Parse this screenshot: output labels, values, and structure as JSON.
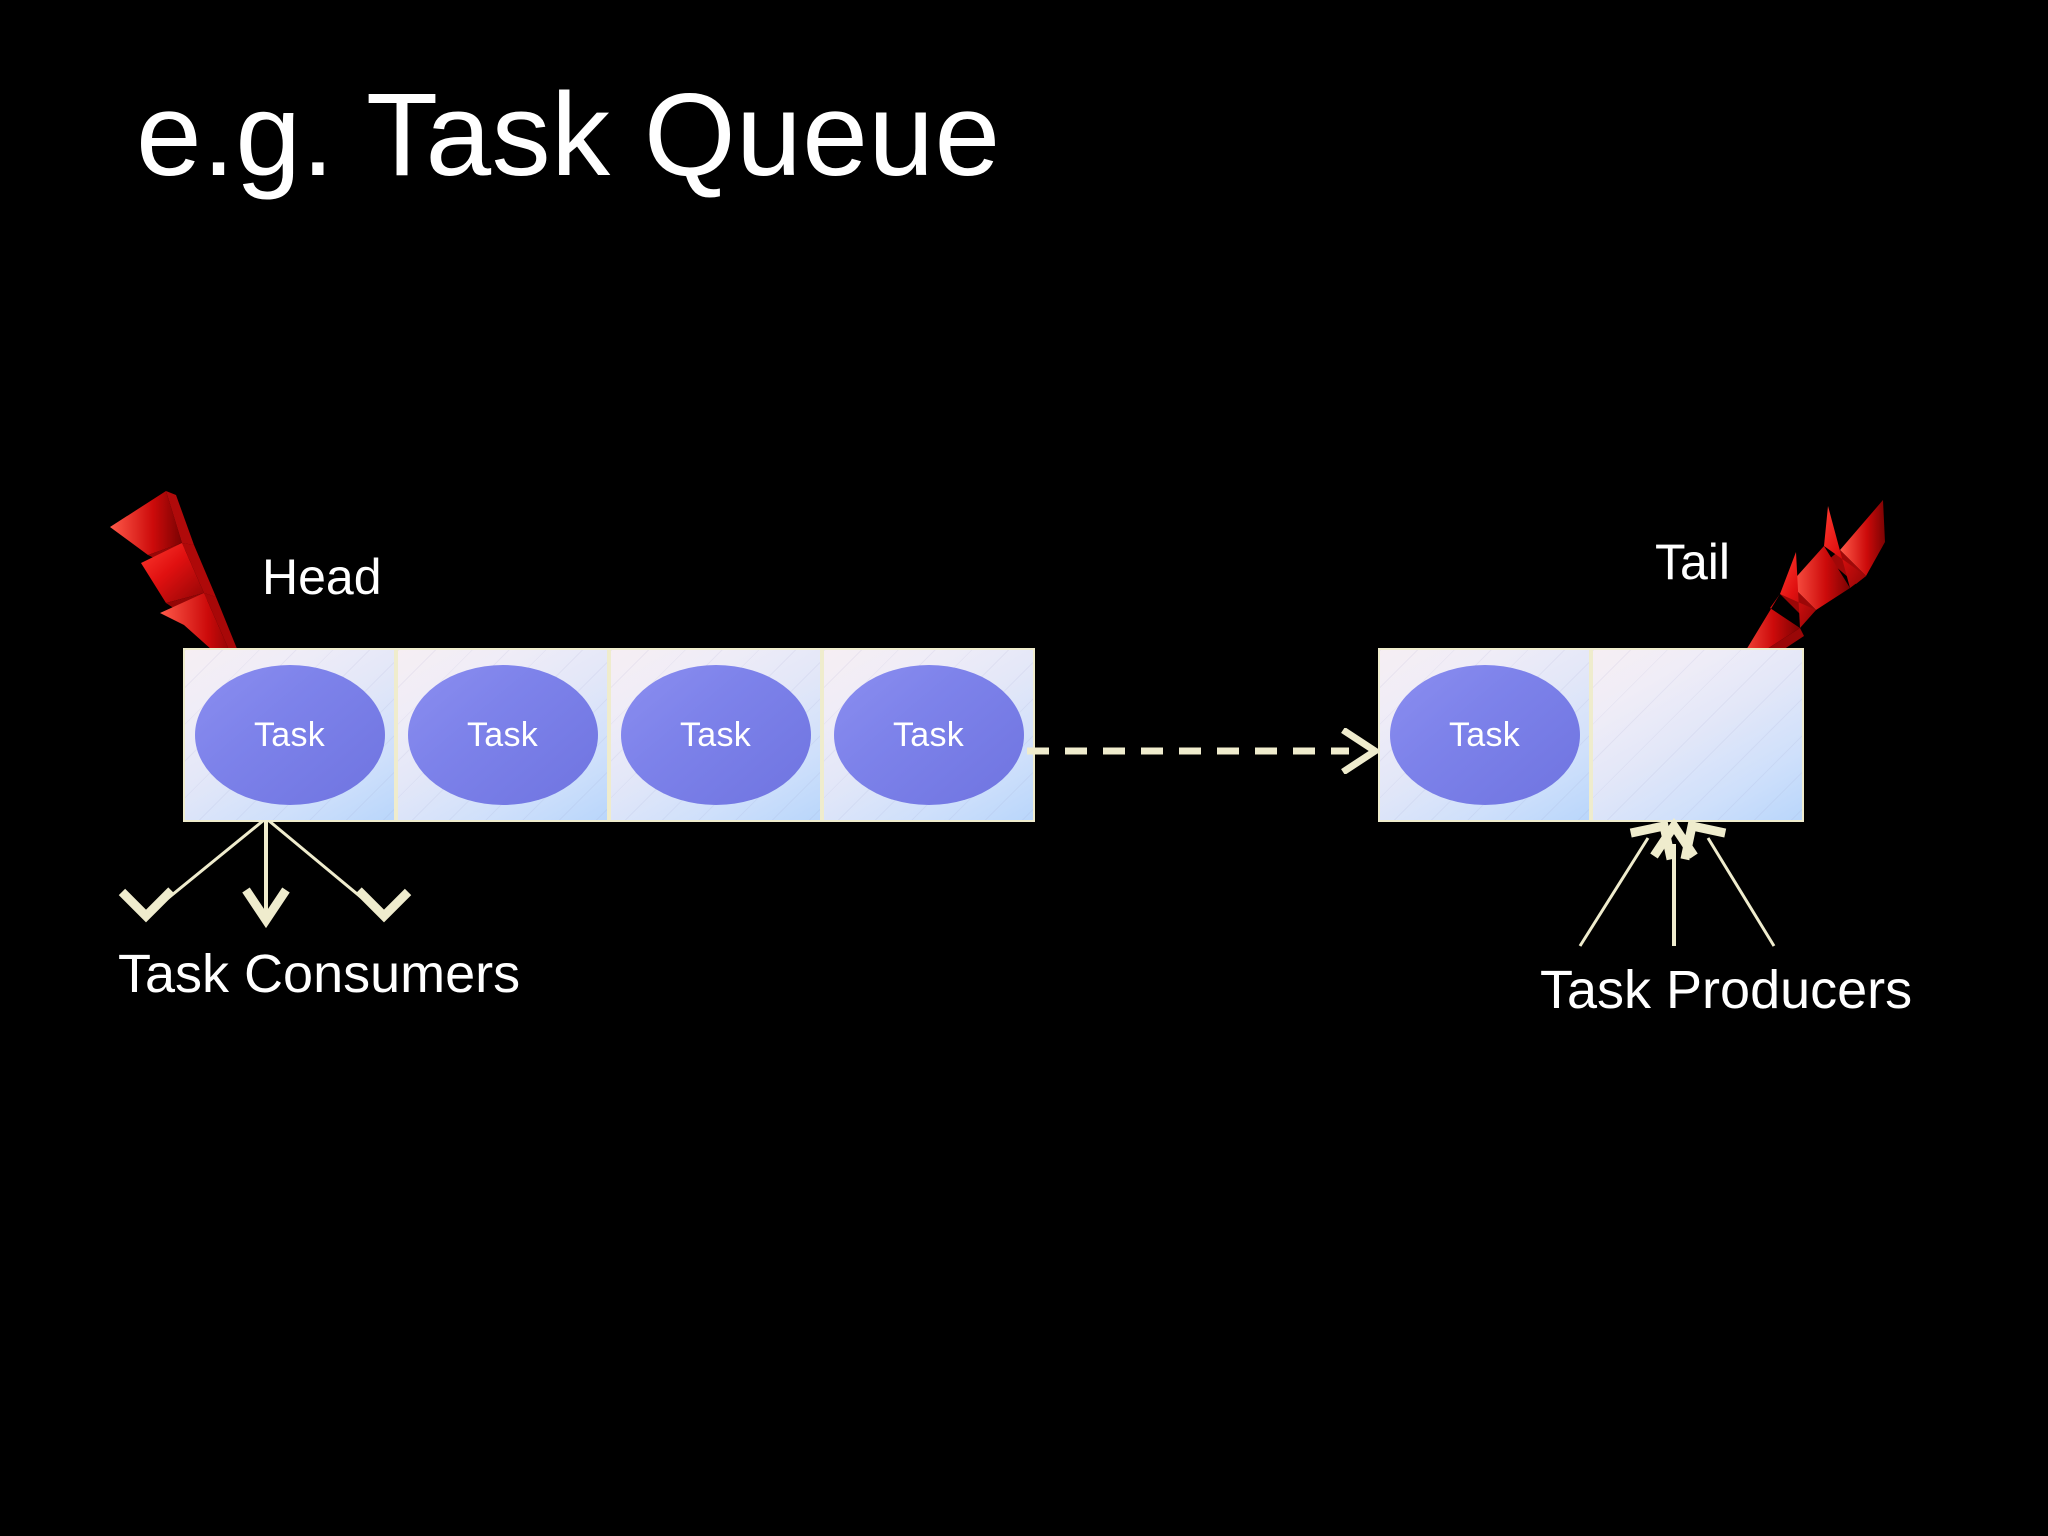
{
  "slide": {
    "title": "e.g. Task Queue",
    "background_color": "#000000",
    "text_color": "#ffffff",
    "accent_color": "#efeccd",
    "bolt_color": "#d81010",
    "task_oval_color": "#7d82ea"
  },
  "diagram": {
    "type": "queue",
    "head_label": "Head",
    "tail_label": "Tail",
    "consumers_label": "Task Consumers",
    "producers_label": "Task Producers",
    "head_segment": {
      "cells": [
        {
          "label": "Task",
          "filled": true
        },
        {
          "label": "Task",
          "filled": true
        },
        {
          "label": "Task",
          "filled": true
        },
        {
          "label": "Task",
          "filled": true
        }
      ]
    },
    "tail_segment": {
      "cells": [
        {
          "label": "Task",
          "filled": true
        },
        {
          "label": "",
          "filled": false
        }
      ]
    },
    "connector": {
      "style": "dashed",
      "direction": "right",
      "color": "#efeccd"
    },
    "consumer_arrows": {
      "count": 3,
      "direction": "down",
      "color": "#efeccd"
    },
    "producer_arrows": {
      "count": 3,
      "direction": "up",
      "color": "#efeccd"
    },
    "bolts": [
      {
        "name": "head-bolt",
        "points_to": "first-task",
        "color": "#d81010"
      },
      {
        "name": "tail-bolt",
        "points_to": "empty-slot",
        "color": "#d81010"
      }
    ]
  }
}
